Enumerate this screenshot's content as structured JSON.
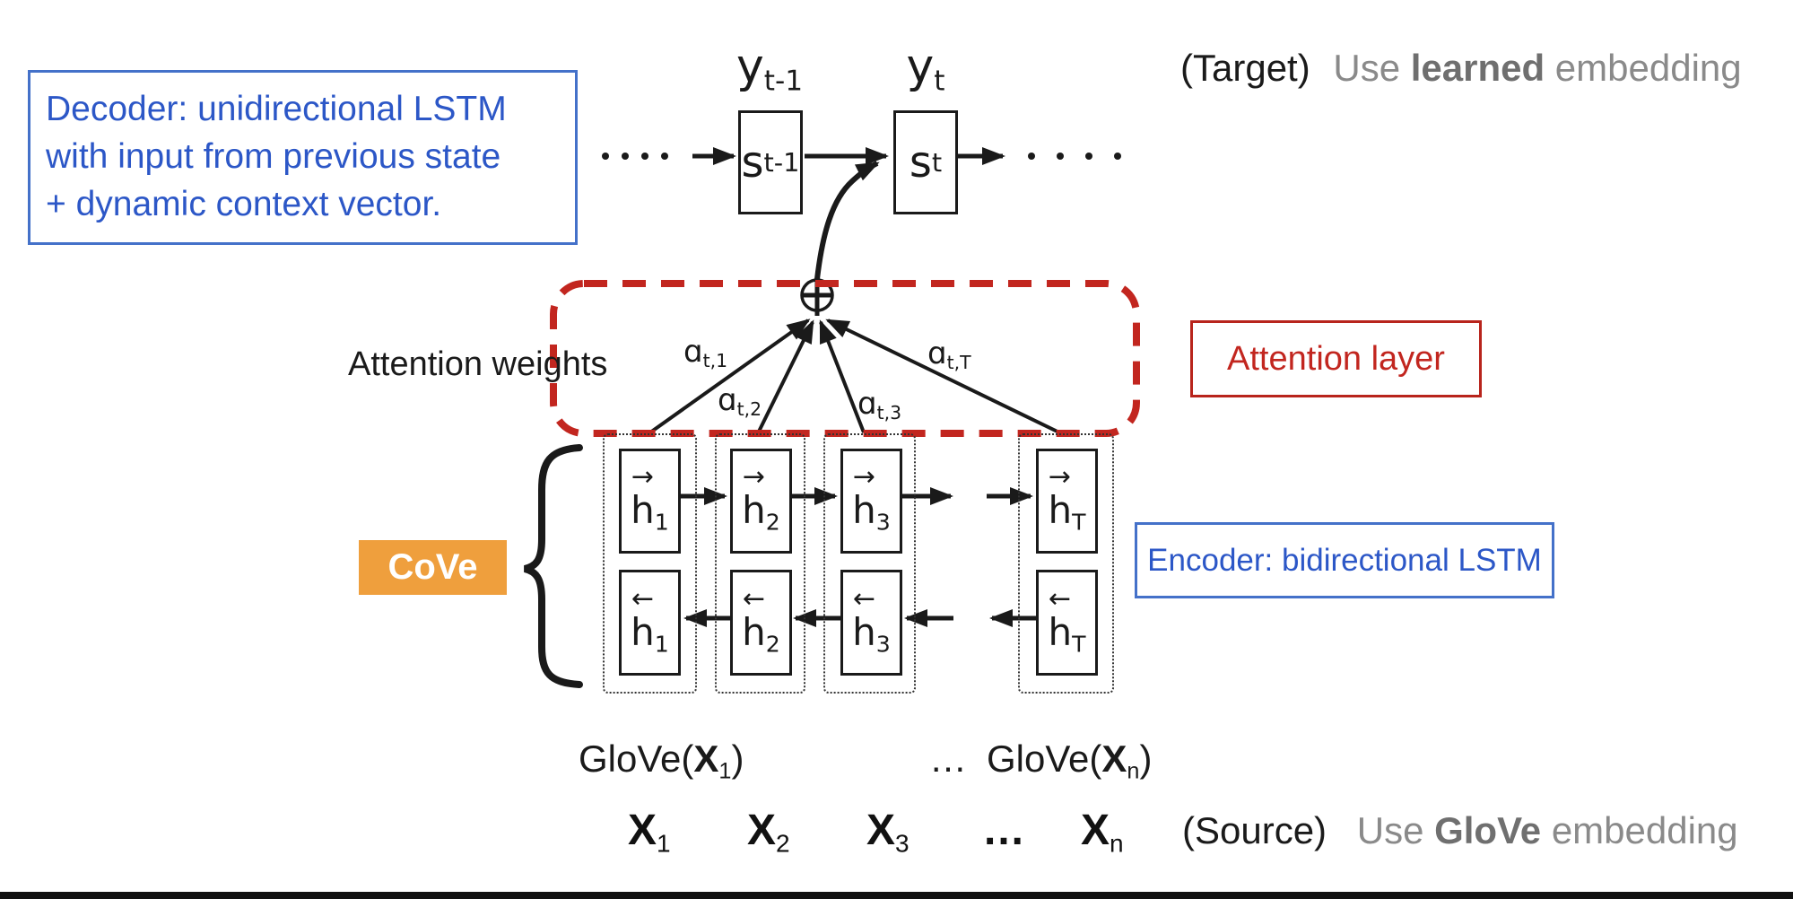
{
  "colors": {
    "note_blue": "#2c57c7",
    "note_blue_border": "#4471c9",
    "attention_red": "#c2261f",
    "cove_orange": "#ef9f3d",
    "gray_text": "#8a8a8a",
    "diagram_ink": "#1a1a1a"
  },
  "notes": {
    "decoder_lines": [
      "Decoder: unidirectional LSTM",
      "with input from previous state",
      "+ dynamic context vector."
    ],
    "attention_weights": "Attention weights",
    "attention_layer": "Attention layer",
    "encoder": "Encoder: bidirectional LSTM",
    "cove": "CoVe",
    "target": {
      "prefix": "(Target)",
      "lead": "Use ",
      "bold": "learned",
      "tail": " embedding"
    },
    "source": {
      "prefix": "(Source)",
      "lead": "Use ",
      "bold": "GloVe",
      "tail": " embedding"
    }
  },
  "decoder_chain": {
    "y_prev": {
      "base": "y",
      "sub": "t-1"
    },
    "y_cur": {
      "base": "y",
      "sub": "t"
    },
    "s_prev": {
      "base": "s",
      "sub": "t-1"
    },
    "s_cur": {
      "base": "s",
      "sub": "t"
    },
    "ellipsis": "·  ·  ·  ·"
  },
  "attention": {
    "weights": [
      {
        "base": "ɑ",
        "sub": "t,1"
      },
      {
        "base": "ɑ",
        "sub": "t,2"
      },
      {
        "base": "ɑ",
        "sub": "t,3"
      },
      {
        "base": "ɑ",
        "sub": "t,T"
      }
    ]
  },
  "encoder_units": {
    "forward": [
      {
        "arrow": "→",
        "base": "h",
        "sub": "1"
      },
      {
        "arrow": "→",
        "base": "h",
        "sub": "2"
      },
      {
        "arrow": "→",
        "base": "h",
        "sub": "3"
      },
      {
        "arrow": "→",
        "base": "h",
        "sub": "T"
      }
    ],
    "backward": [
      {
        "arrow": "←",
        "base": "h",
        "sub": "1"
      },
      {
        "arrow": "←",
        "base": "h",
        "sub": "2"
      },
      {
        "arrow": "←",
        "base": "h",
        "sub": "3"
      },
      {
        "arrow": "←",
        "base": "h",
        "sub": "T"
      }
    ]
  },
  "glove_row": {
    "left": {
      "pre": "GloVe(",
      "x": "X",
      "sub": "1",
      "post": ")"
    },
    "ellipsis": "…",
    "right": {
      "pre": "GloVe(",
      "x": "X",
      "sub": "n",
      "post": ")"
    }
  },
  "input_tokens": [
    {
      "base": "X",
      "sub": "1"
    },
    {
      "base": "X",
      "sub": "2"
    },
    {
      "base": "X",
      "sub": "3"
    },
    {
      "base": "…",
      "sub": ""
    },
    {
      "base": "X",
      "sub": "n"
    }
  ]
}
